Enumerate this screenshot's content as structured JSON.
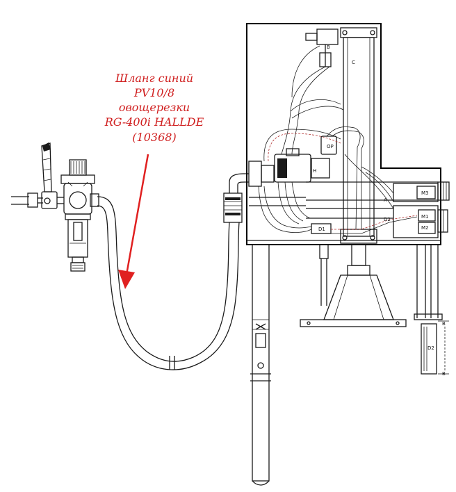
{
  "annotation": {
    "lines": [
      "Шланг синий",
      "PV10/8",
      "овощерезки",
      "RG-400i HALLDE",
      "(10368)"
    ],
    "color": "#d02020"
  },
  "labels": {
    "b_top": "B",
    "c": "C",
    "op": "OP",
    "h": "H",
    "d1": "D1",
    "d2": "D2",
    "a": "A",
    "m3": "M3",
    "m1": "M1",
    "m2": "M2",
    "b_side": "B",
    "d2_side": "D2",
    "b_bottom": "B"
  },
  "icons": [
    "arrow-icon",
    "valve-icon",
    "regulator-icon",
    "filter-icon",
    "connector-icon"
  ]
}
